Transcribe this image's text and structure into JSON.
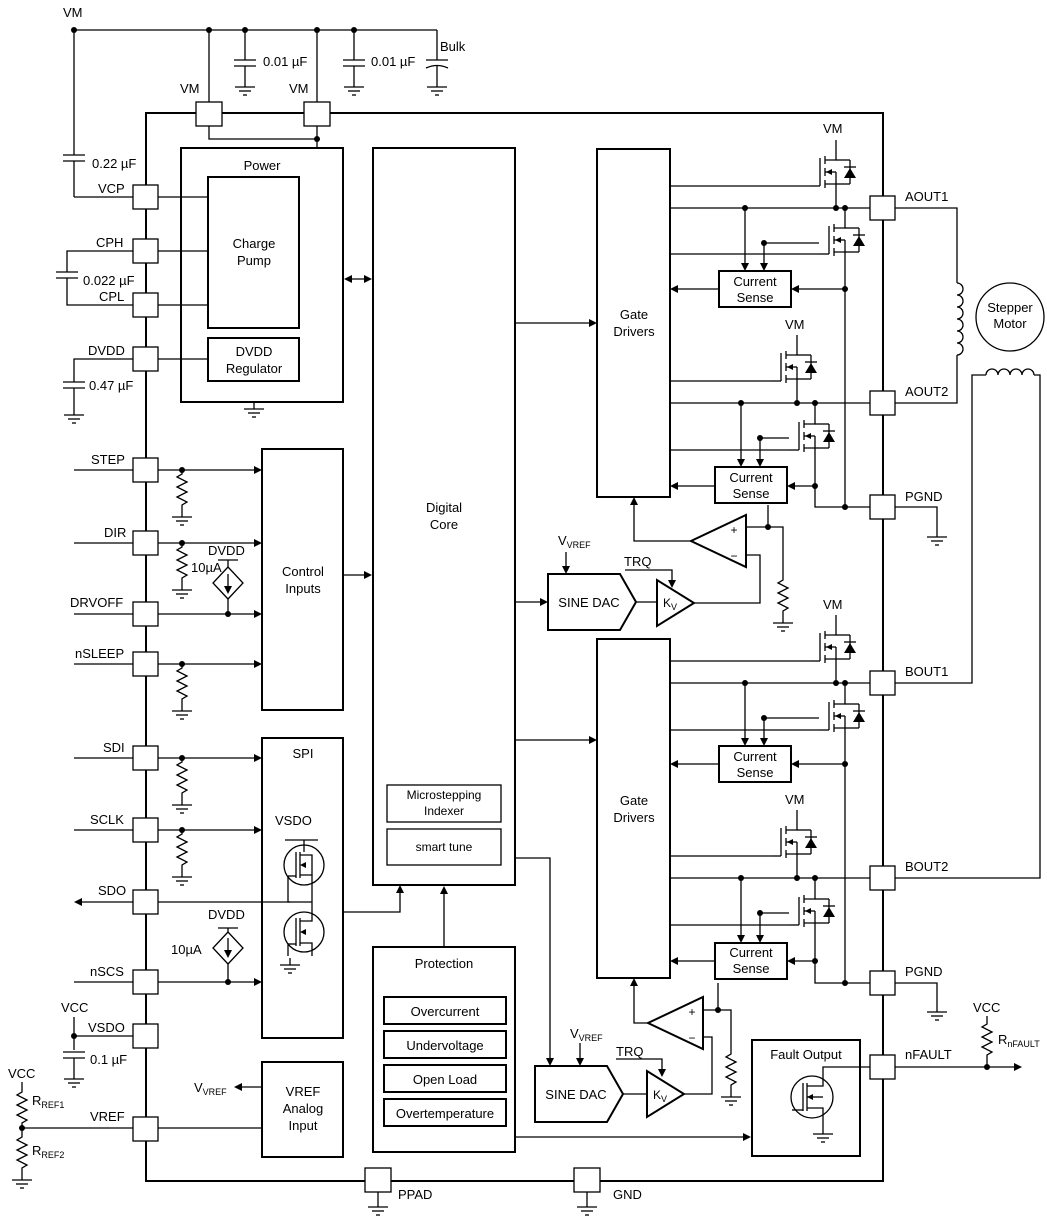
{
  "rail": {
    "vm_top": "VM",
    "vm_pin1": "VM",
    "vm_pin2": "VM",
    "cap1": "0.01 µF",
    "cap2": "0.01 µF",
    "bulk": "Bulk"
  },
  "left_pins": {
    "vcp": "VCP",
    "cph": "CPH",
    "cpl": "CPL",
    "dvdd": "DVDD",
    "step": "STEP",
    "dir": "DIR",
    "drvoff": "DRVOFF",
    "nsleep": "nSLEEP",
    "sdi": "SDI",
    "sclk": "SCLK",
    "sdo": "SDO",
    "nscs": "nSCS",
    "vsdo": "VSDO",
    "vref": "VREF"
  },
  "ext_parts": {
    "c_vcp": "0.22 µF",
    "c_cp": "0.022 µF",
    "c_dvdd": "0.47 µF",
    "c_vsdo": "0.1 µF",
    "vcc_vsdo": "VCC",
    "vcc_vref": "VCC",
    "rref1_main": "R",
    "rref1_sub": "REF1",
    "rref2_main": "R",
    "rref2_sub": "REF2",
    "vref_out_main": "V",
    "vref_out_sub": "VREF"
  },
  "blocks": {
    "power_title": "Power",
    "charge_pump_1": "Charge",
    "charge_pump_2": "Pump",
    "dvdd_reg_1": "DVDD",
    "dvdd_reg_2": "Regulator",
    "control_1": "Control",
    "control_2": "Inputs",
    "spi_title": "SPI",
    "vsdo_label": "VSDO",
    "dvdd_src1": "DVDD",
    "dvdd_src2": "DVDD",
    "isrc1": "10µA",
    "isrc2": "10µA",
    "vref_blk_1": "VREF",
    "vref_blk_2": "Analog",
    "vref_blk_3": "Input",
    "digital_1": "Digital",
    "digital_2": "Core",
    "indexer_1": "Microstepping",
    "indexer_2": "Indexer",
    "smart_tune": "smart tune",
    "protection_title": "Protection",
    "prot_items": [
      "Overcurrent",
      "Undervoltage",
      "Open Load",
      "Overtemperature"
    ],
    "gate_1": "Gate",
    "gate_2": "Drivers",
    "cs_1": "Current",
    "cs_2": "Sense",
    "sine_dac": "SINE DAC",
    "trq": "TRQ",
    "kv_main": "K",
    "kv_sub": "V",
    "vvref_main": "V",
    "vvref_sub": "VREF",
    "fault_title": "Fault Output"
  },
  "right_pins": {
    "aout1": "AOUT1",
    "aout2": "AOUT2",
    "pgnd1": "PGND",
    "bout1": "BOUT1",
    "bout2": "BOUT2",
    "pgnd2": "PGND",
    "nfault": "nFAULT",
    "vm_fet": "VM",
    "motor_1": "Stepper",
    "motor_2": "Motor",
    "vcc_fault": "VCC",
    "r_fault_main": "R",
    "r_fault_sub": "nFAULT"
  },
  "bottom_pins": {
    "ppad": "PPAD",
    "gnd": "GND"
  },
  "icons": [
    "ground-icon",
    "capacitor-icon",
    "resistor-icon",
    "mosfet-icon",
    "inductor-icon",
    "current-source-icon",
    "comparator-icon"
  ]
}
